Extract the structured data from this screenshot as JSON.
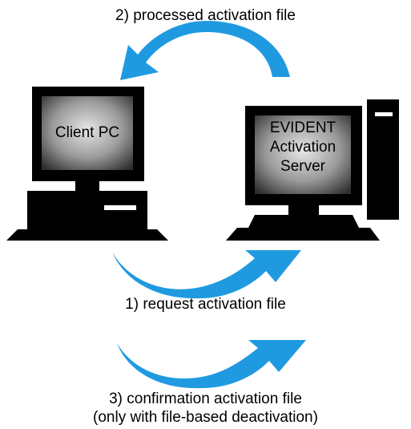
{
  "labels": {
    "top": "2) processed activation file",
    "middle": "1) request activation file",
    "bottom_line1": "3) confirmation activation file",
    "bottom_line2": "(only with file-based deactivation)"
  },
  "client": {
    "screen_label": "Client PC"
  },
  "server": {
    "screen_line1": "EVIDENT",
    "screen_line2": "Activation",
    "screen_line3": "Server"
  },
  "colors": {
    "arrow": "#1f9ae0",
    "arrow_dark": "#0f7fc8",
    "computer": "#000000",
    "screen_light": "#d9d9d9",
    "screen_dark": "#333333"
  }
}
